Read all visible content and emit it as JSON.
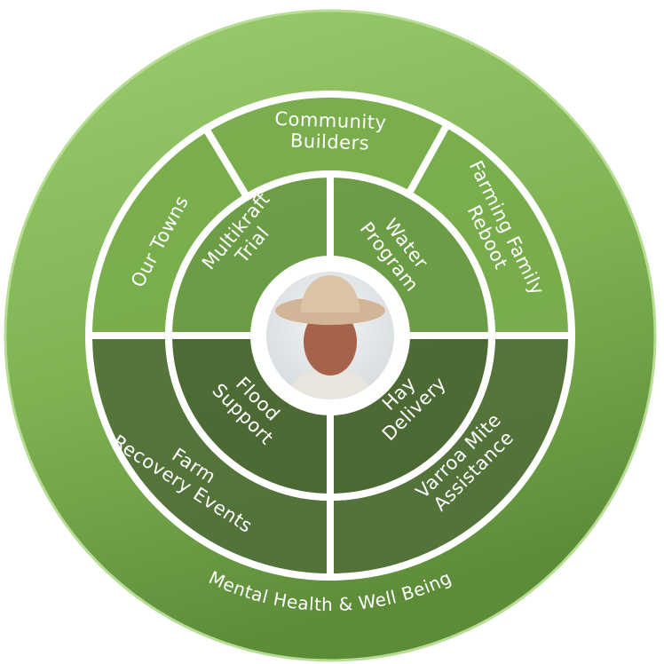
{
  "outer_label": "Mental Health & Well Being",
  "middle_ring": [
    {
      "id": "our-towns",
      "lines": [
        "Our Towns"
      ]
    },
    {
      "id": "community-builders",
      "lines": [
        "Community",
        "Builders"
      ]
    },
    {
      "id": "farming-family-reboot",
      "lines": [
        "Farming Family",
        "Reboot"
      ]
    },
    {
      "id": "varroa-mite-assistance",
      "lines": [
        "Varroa Mite",
        "Assistance"
      ]
    },
    {
      "id": "farm-recovery-events",
      "lines": [
        "Farm",
        "Recovery Events"
      ]
    }
  ],
  "inner_ring": [
    {
      "id": "multikraft-trial",
      "lines": [
        "Multikraft",
        "Trial"
      ]
    },
    {
      "id": "water-program",
      "lines": [
        "Water",
        "Program"
      ]
    },
    {
      "id": "hay-delivery",
      "lines": [
        "Hay",
        "Delivery"
      ]
    },
    {
      "id": "flood-support",
      "lines": [
        "Flood",
        "Support"
      ]
    }
  ],
  "colors": {
    "outer": "#8dc063",
    "outer_dark": "#5f8f3a",
    "top": "#78ad4c",
    "bottom": "#52703a",
    "inner_top": "#6a9a44",
    "inner_bottom": "#4a6533",
    "separator": "#ffffff"
  }
}
